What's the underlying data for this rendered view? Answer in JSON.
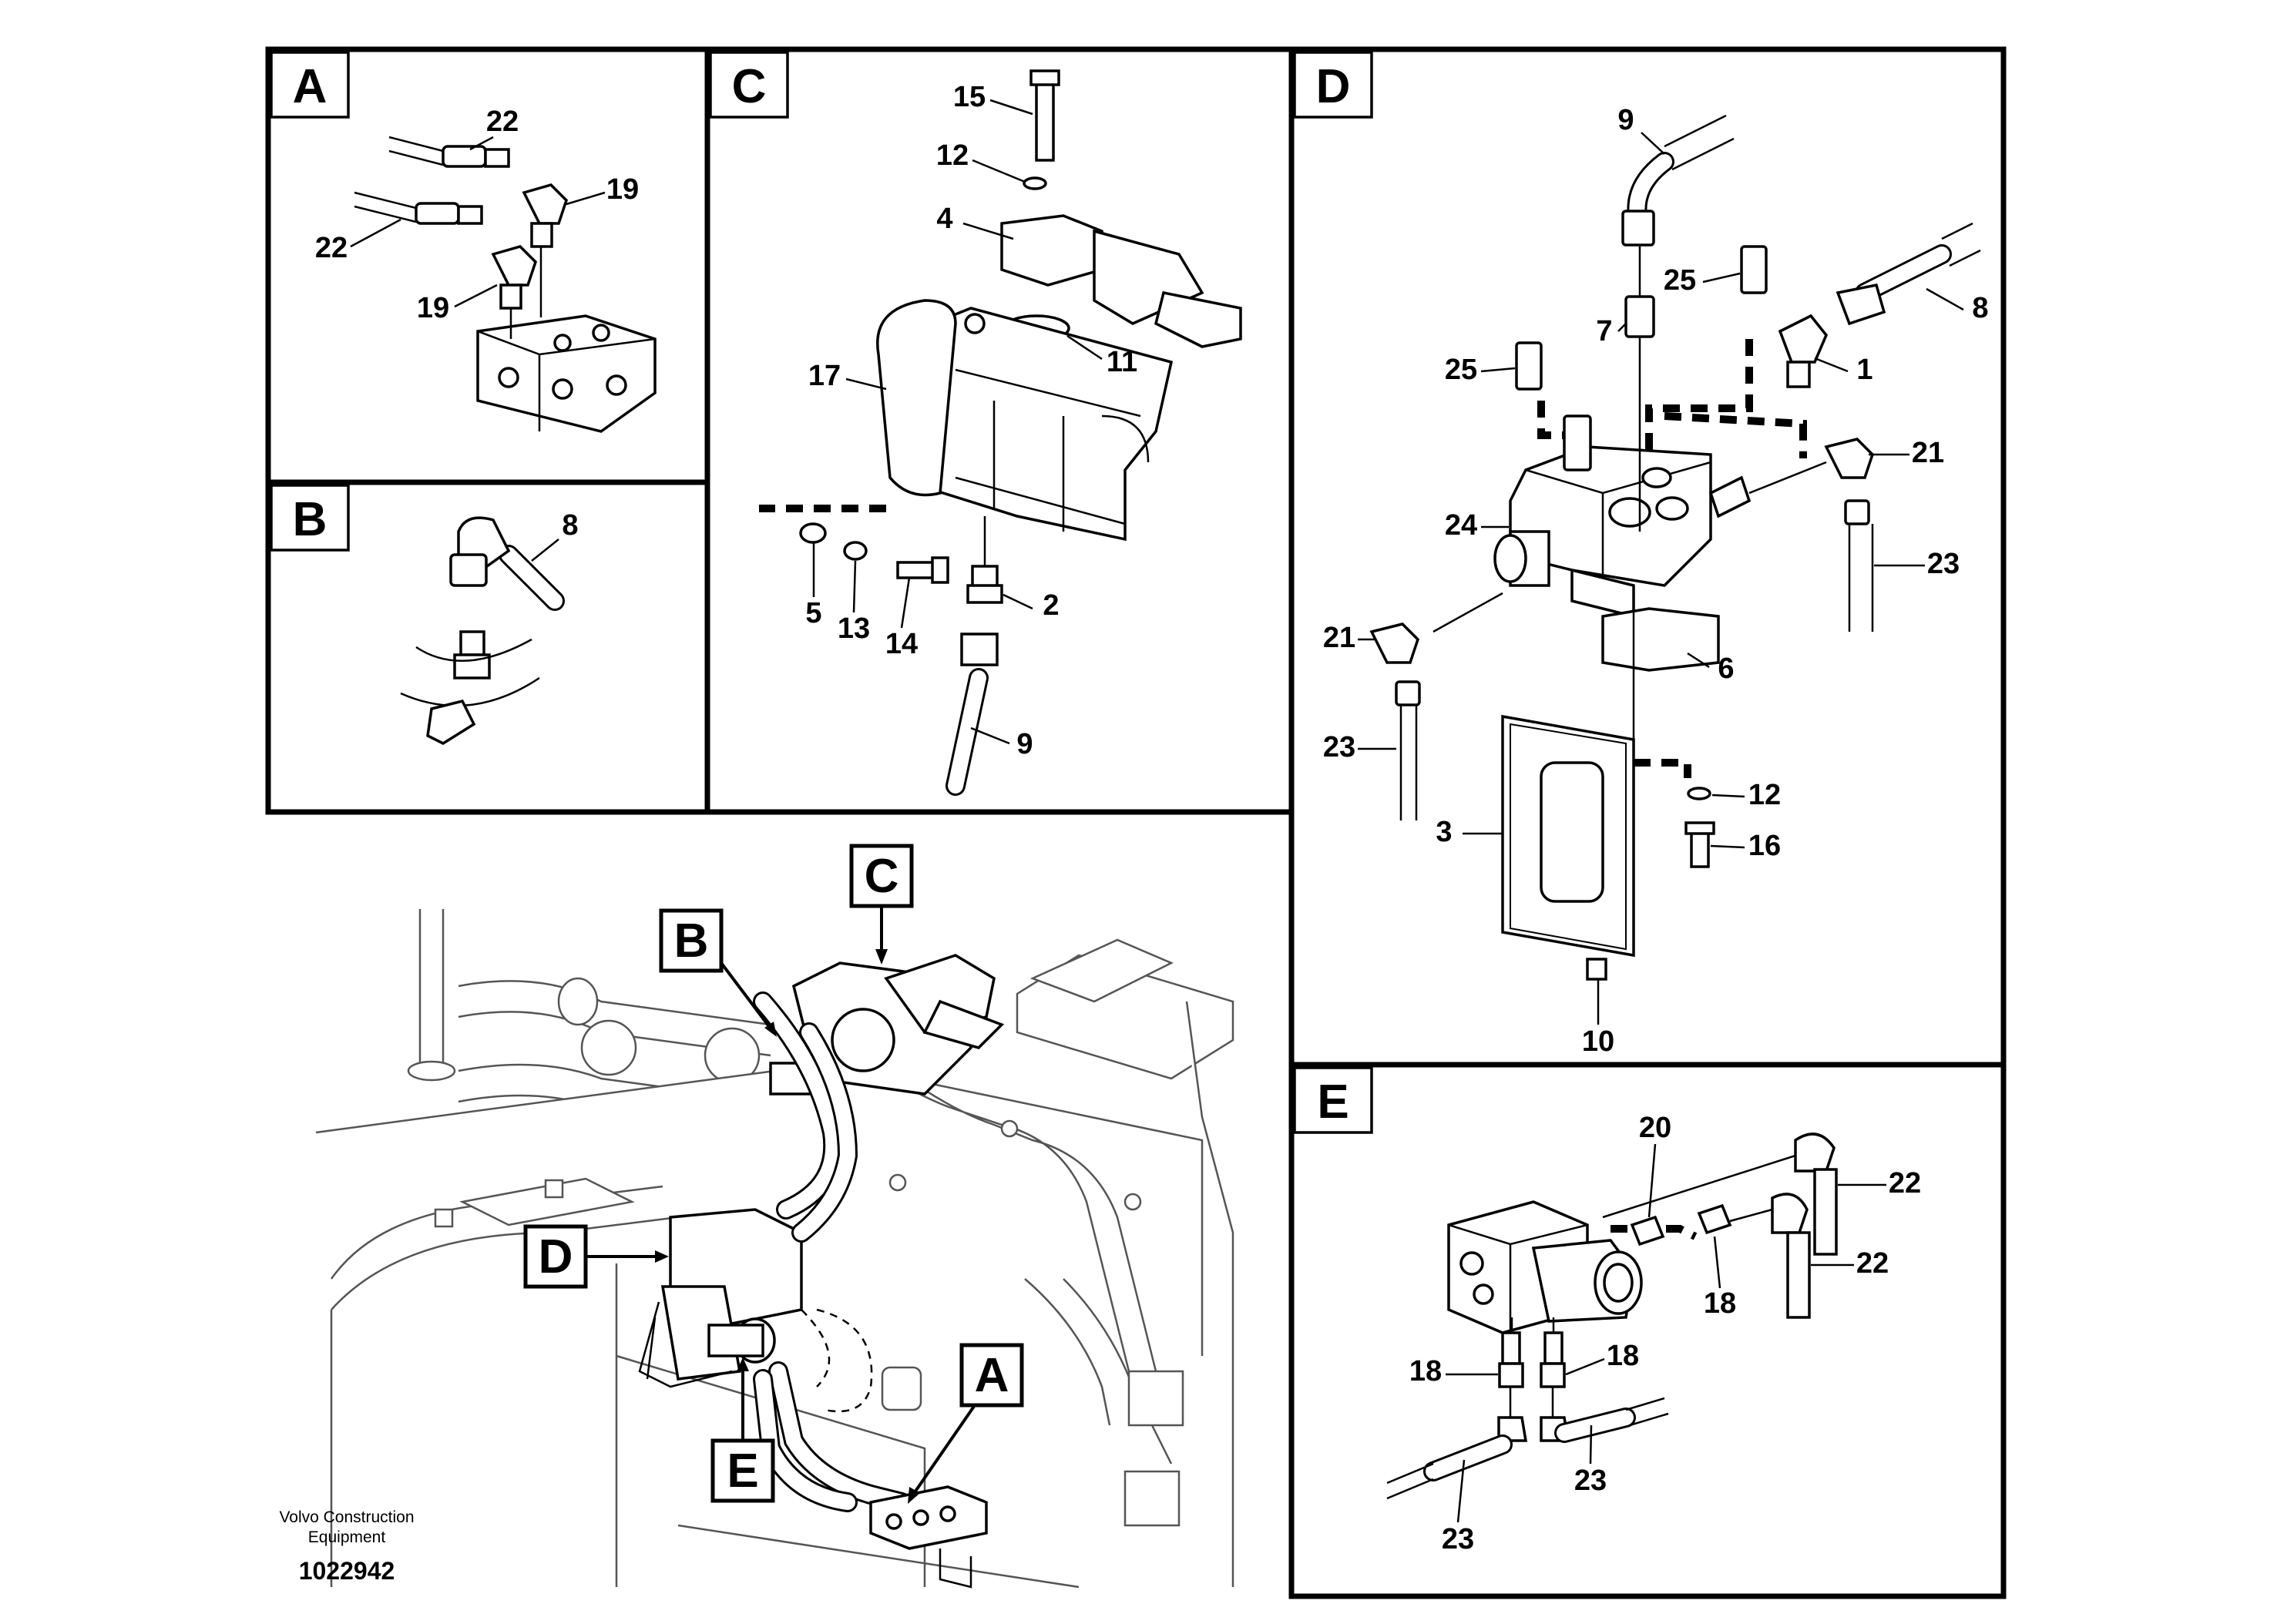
{
  "panels": {
    "a": {
      "letter": "A",
      "labels": [
        "22",
        "22",
        "19",
        "19"
      ]
    },
    "b": {
      "letter": "B",
      "labels": [
        "8"
      ]
    },
    "c": {
      "letter": "C",
      "labels": [
        "15",
        "12",
        "4",
        "11",
        "17",
        "5",
        "13",
        "14",
        "2",
        "9"
      ]
    },
    "d": {
      "letter": "D",
      "labels": [
        "9",
        "25",
        "8",
        "7",
        "25",
        "1",
        "21",
        "24",
        "23",
        "6",
        "21",
        "23",
        "12",
        "3",
        "16",
        "10"
      ]
    },
    "e": {
      "letter": "E",
      "labels": [
        "20",
        "22",
        "22",
        "18",
        "18",
        "18",
        "23",
        "23"
      ]
    }
  },
  "overview": {
    "callouts": [
      "C",
      "B",
      "D",
      "A",
      "E"
    ],
    "manufacturer_line1": "Volvo Construction",
    "manufacturer_line2": "Equipment",
    "drawing_number": "1022942"
  }
}
